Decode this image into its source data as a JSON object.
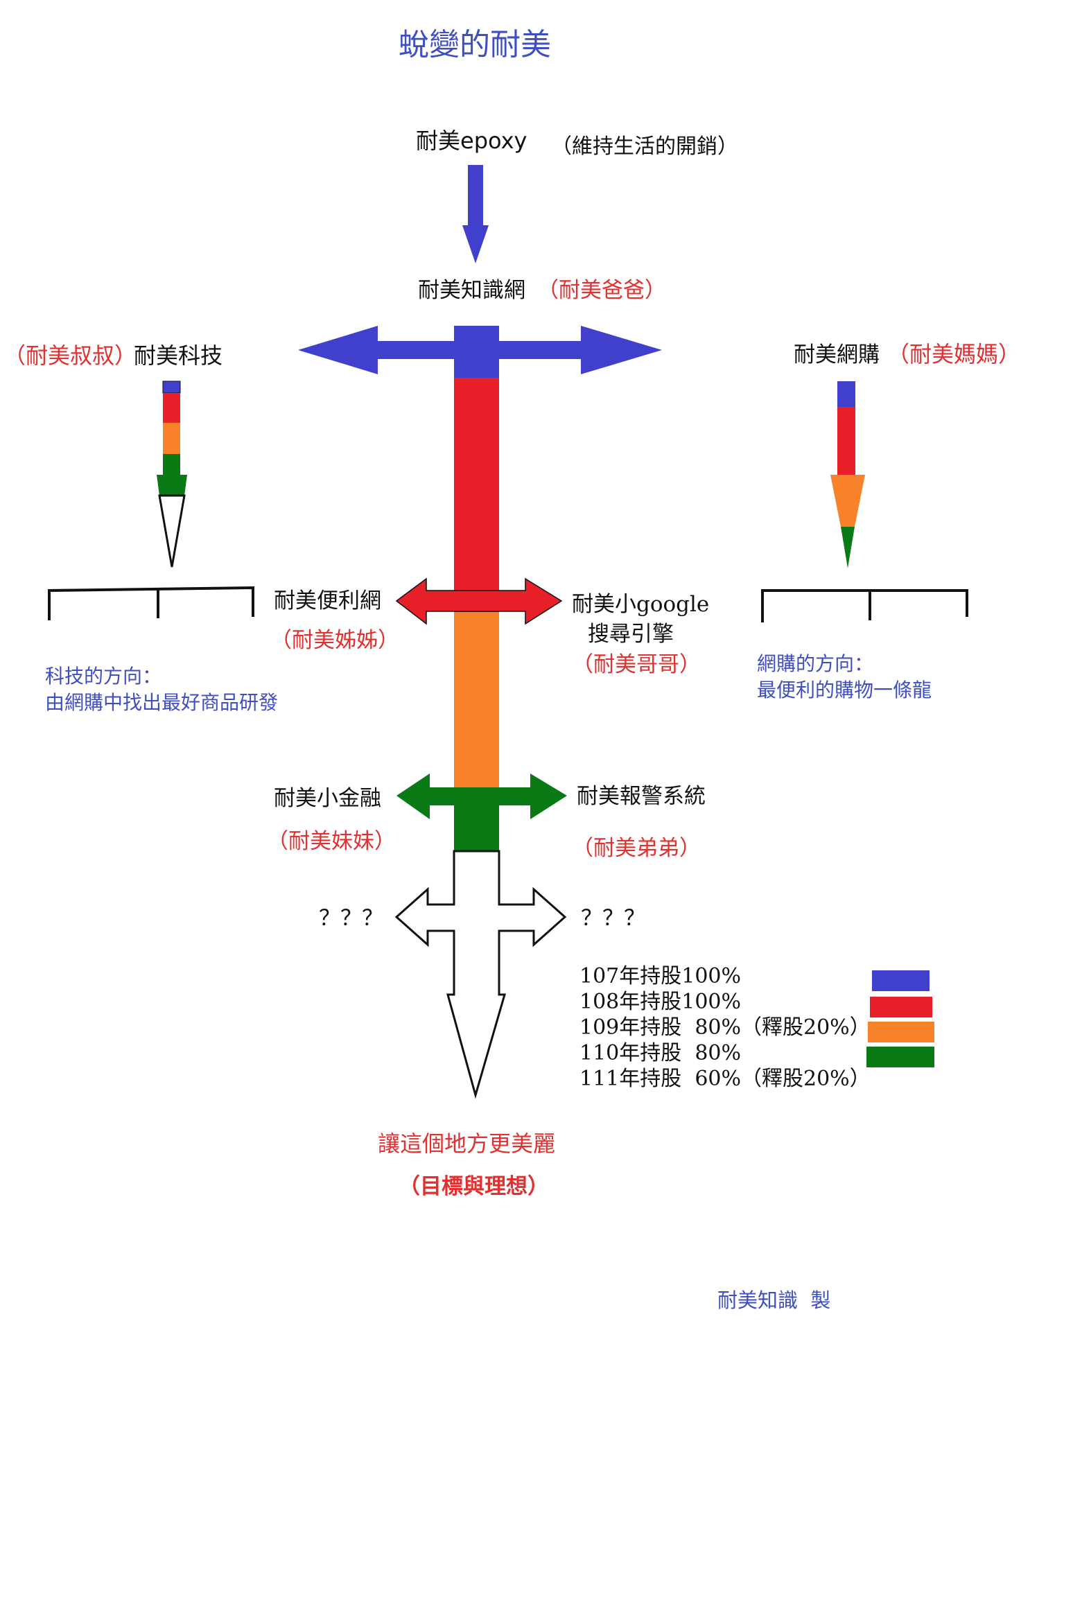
{
  "title": "蛻變的耐美",
  "colors": {
    "blue": "#4040cc",
    "red": "#e8202a",
    "orange": "#f8822a",
    "green": "#0a7a14",
    "label_blue": "#3f4fbf",
    "label_red": "#e03030"
  },
  "top": {
    "name": "耐美epoxy",
    "note": "（維持生活的開銷）"
  },
  "hub": {
    "name": "耐美知識網",
    "role": "（耐美爸爸）"
  },
  "left_branch": {
    "role": "（耐美叔叔）",
    "name": "耐美科技",
    "direction_title": "科技的方向：",
    "direction_text": "由網購中找出最好商品研發"
  },
  "right_branch": {
    "name": "耐美網購",
    "role": "（耐美媽媽）",
    "direction_title": "網購的方向：",
    "direction_text": "最便利的購物一條龍"
  },
  "mid_left": {
    "name": "耐美便利網",
    "role": "（耐美姊姊）"
  },
  "mid_right": {
    "name": "耐美小google",
    "name2": "搜尋引擎",
    "role": "（耐美哥哥）"
  },
  "low_left": {
    "name": "耐美小金融",
    "role": "（耐美妹妹）"
  },
  "low_right": {
    "name": "耐美報警系統",
    "role": "（耐美弟弟）"
  },
  "unknown_left": "？？？",
  "unknown_right": "？？？",
  "legend": [
    {
      "text": "107年持股100%",
      "color": "blue"
    },
    {
      "text": "108年持股100%",
      "color": "red"
    },
    {
      "text": "109年持股  80%（釋股20%）",
      "color": "orange"
    },
    {
      "text": "110年持股  80%",
      "color": "green"
    },
    {
      "text": "111年持股  60%（釋股20%）",
      "color": null
    }
  ],
  "goal": {
    "text": "讓這個地方更美麗",
    "note": "（目標與理想）"
  },
  "credit": "耐美知識  製"
}
